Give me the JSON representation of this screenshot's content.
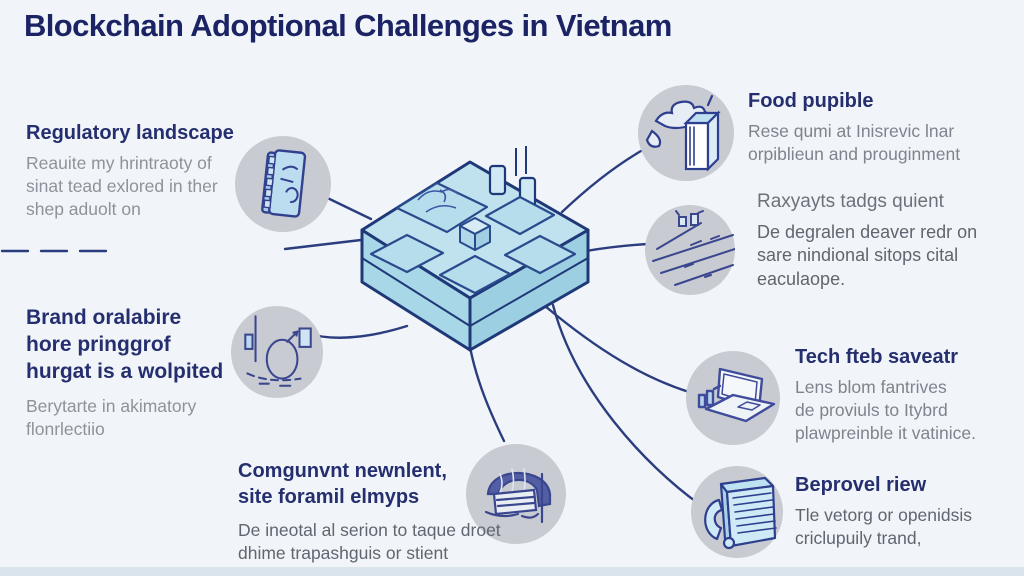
{
  "title": "Blockchain Adoptional Challenges in Vietnam",
  "center_illustration": "isometric-blockchain-platform",
  "colors": {
    "background": "#f1f5f9",
    "title_navy": "#1b2365",
    "heading_navy": "#252f6f",
    "body_gray_light": "#8e929b",
    "body_gray_mid": "#7e838d",
    "body_gray_dark": "#5f6670",
    "connector_line": "#2b3d7e",
    "icon_circle_gray": "#c8cbd1",
    "cube_fill_top": "#c0e1ee",
    "cube_fill_left": "#a8d7e7",
    "cube_fill_right": "#9bcfe1",
    "cube_outline": "#1f3878",
    "icon_fill_blue": "#bfe0f2"
  },
  "sections": {
    "regulatory": {
      "heading": "Regulatory landscape",
      "body_lines": [
        "Reauite my hrintraoty of",
        "sinat tead exlored in ther",
        "shep aduolt on"
      ],
      "icon": "book-icon"
    },
    "brand": {
      "heading_lines": [
        "Brand oralabire",
        "hore pringgrof",
        "hurgat is a wolpited"
      ],
      "body_lines": [
        "Berytarte in akimatory",
        "flonrlectiio"
      ],
      "icon": "construction-sketch-icon"
    },
    "community": {
      "heading_lines": [
        "Comgunvnt newnlent,",
        "site foramil elmyps"
      ],
      "body_lines": [
        "De ineotal al serion to taque droet",
        "dhime trapashguis or stient"
      ],
      "icon": "hard-hat-icon"
    },
    "food": {
      "heading": "Food pupible",
      "body_lines": [
        "Rese qumi at Inisrevic lnar",
        "orpiblieun and prouginment"
      ],
      "icon": "hand-cube-icon"
    },
    "payments": {
      "heading": "Raxyayts tadgs quient",
      "body_lines": [
        "De degralen deaver redr on",
        "sare nindional sitops cital",
        "eaculaope."
      ],
      "icon": "isometric-plane-icon"
    },
    "tech": {
      "heading": "Tech fteb saveatr",
      "body_lines": [
        "Lens blom fantrives",
        "de proviuls to Itybrd",
        "plawpreinble it vatinice."
      ],
      "icon": "laptop-icon"
    },
    "approval": {
      "heading": "Beprovel riew",
      "body_lines": [
        "Tle vetorg or openidsis",
        "criclupuily trand,"
      ],
      "icon": "ledger-book-icon"
    }
  }
}
